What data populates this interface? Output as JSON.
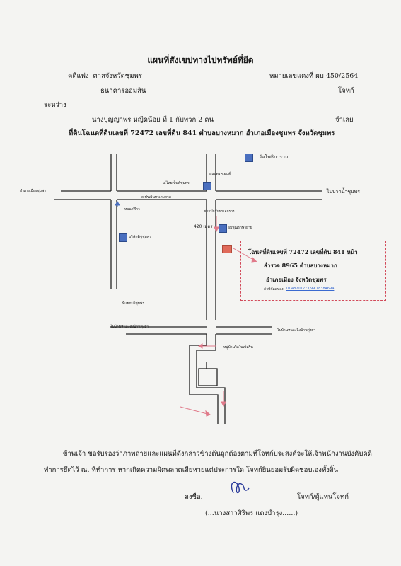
{
  "title": "แผนที่สังเขปทางไปทรัพย์ที่ยึด",
  "header": {
    "case_label": "คดีแพ่ง",
    "court": "ศาลจังหวัดชุมพร",
    "case_number": "หมายเลขแดงที่ ผบ 450/2564",
    "plaintiff_name": "ธนาคารออมสิน",
    "plaintiff_role": "โจทก์",
    "between": "ระหว่าง",
    "defendant_name": "นางปุญญาพร  หญีดน้อย ที่ 1  กับพวก 2  คน",
    "defendant_role": "จำเลย",
    "land_line": "ที่ดินโฉนดที่ดินเลขที่  72472  เลขที่ดิน  841   ตำบลบางหมาก  อำเภอเมืองชุมพร   จังหวัดชุมพร"
  },
  "map_labels": {
    "wat": "วัดโพธิการาม",
    "company_1": "บ.ไทยเบ็นต์ชุมพร",
    "station": "ธนบตรคเอนต์",
    "to_city": "อำเภอเมืองชุมพร",
    "to_river": "ไปปากน้ำชุมพร",
    "road_1": "ถ.ปรเมินทรเกษตรค",
    "clock_tower": "หอนาฬิกา",
    "junction": "ซอยปกวันทรเอกรวง",
    "distance": "420 เมตร",
    "school": "อัมพุณรักษายาย",
    "company_2": "บริษัทติชุชุมพร",
    "bridge": "ที่แยกบริชุมพร",
    "to_west": "ไปบ้านหนองฉิงบ้านทุ่งยา",
    "to_east": "ไปบ้านหนองฉิงบ้านทุ่งยา",
    "village": "หมู่บ้านวิลใบเพ็ดรีน"
  },
  "infobox": {
    "line1": "โฉนดที่ดินเลขที่ 72472 เลขที่ดิน 841  หน้า",
    "line2": "สำรวจ 8965 ตำบลบางหมาก",
    "line3": "อำเภอเมือง จังหวัดชุมพร",
    "coord_label": "ค่าพิกัดแปลง",
    "coord_value": "10.48707273,99.18384694"
  },
  "footer": {
    "line1": "ข้าพเจ้า ขอรับรองว่าภาพถ่ายและแผนที่ดังกล่าวข้างต้นถูกต้องตามที่โจทก์ประสงค์จะให้เจ้าพนักงานบังคับคดี",
    "line2": "ทำการยึดไว้ ณ. ที่ทำการ  หากเกิดความผิดพลาดเสียหายแต่ประการใด  โจทก์ยินยอมรับผิดชอบเองทั้งสิ้น",
    "sign_label": "ลงชื่อ.",
    "sign_role": "โจทก์/ผู้แทนโจทก์",
    "signer": "(...นางสาวศิริพร  แดงบำรุง......)"
  },
  "colors": {
    "route_blue": "#4a6fbf",
    "target_red": "#e06a5a",
    "dash_red": "#d24a5a",
    "arrow_pink": "#e07a8a"
  }
}
